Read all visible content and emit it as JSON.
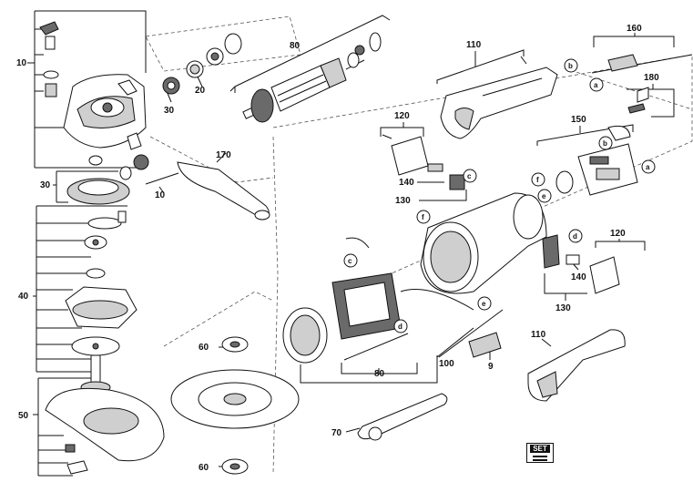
{
  "labels": {
    "n10_top": "10",
    "n20": "20",
    "n30_top": "30",
    "n80_top": "80",
    "n110_top": "110",
    "n160": "160",
    "n180": "180",
    "n120_mid": "120",
    "n150": "150",
    "n140_mid": "140",
    "n130_mid": "130",
    "n170": "170",
    "n30_mid": "30",
    "n10_mid": "10",
    "n40": "40",
    "n60_top": "60",
    "n120_right": "120",
    "n140_right": "140",
    "n130_right": "130",
    "n110_bottom": "110",
    "n80_bottom": "80",
    "n100": "100",
    "n9": "9",
    "n50": "50",
    "n70": "70",
    "n60_bottom": "60",
    "set_badge": "SET"
  },
  "callouts": {
    "a1": "a",
    "b1": "b",
    "a2": "a",
    "b2": "b",
    "c1": "c",
    "f1": "f",
    "e1": "e",
    "c2": "c",
    "f2": "f",
    "d1": "d",
    "e2": "e",
    "d2": "d"
  }
}
